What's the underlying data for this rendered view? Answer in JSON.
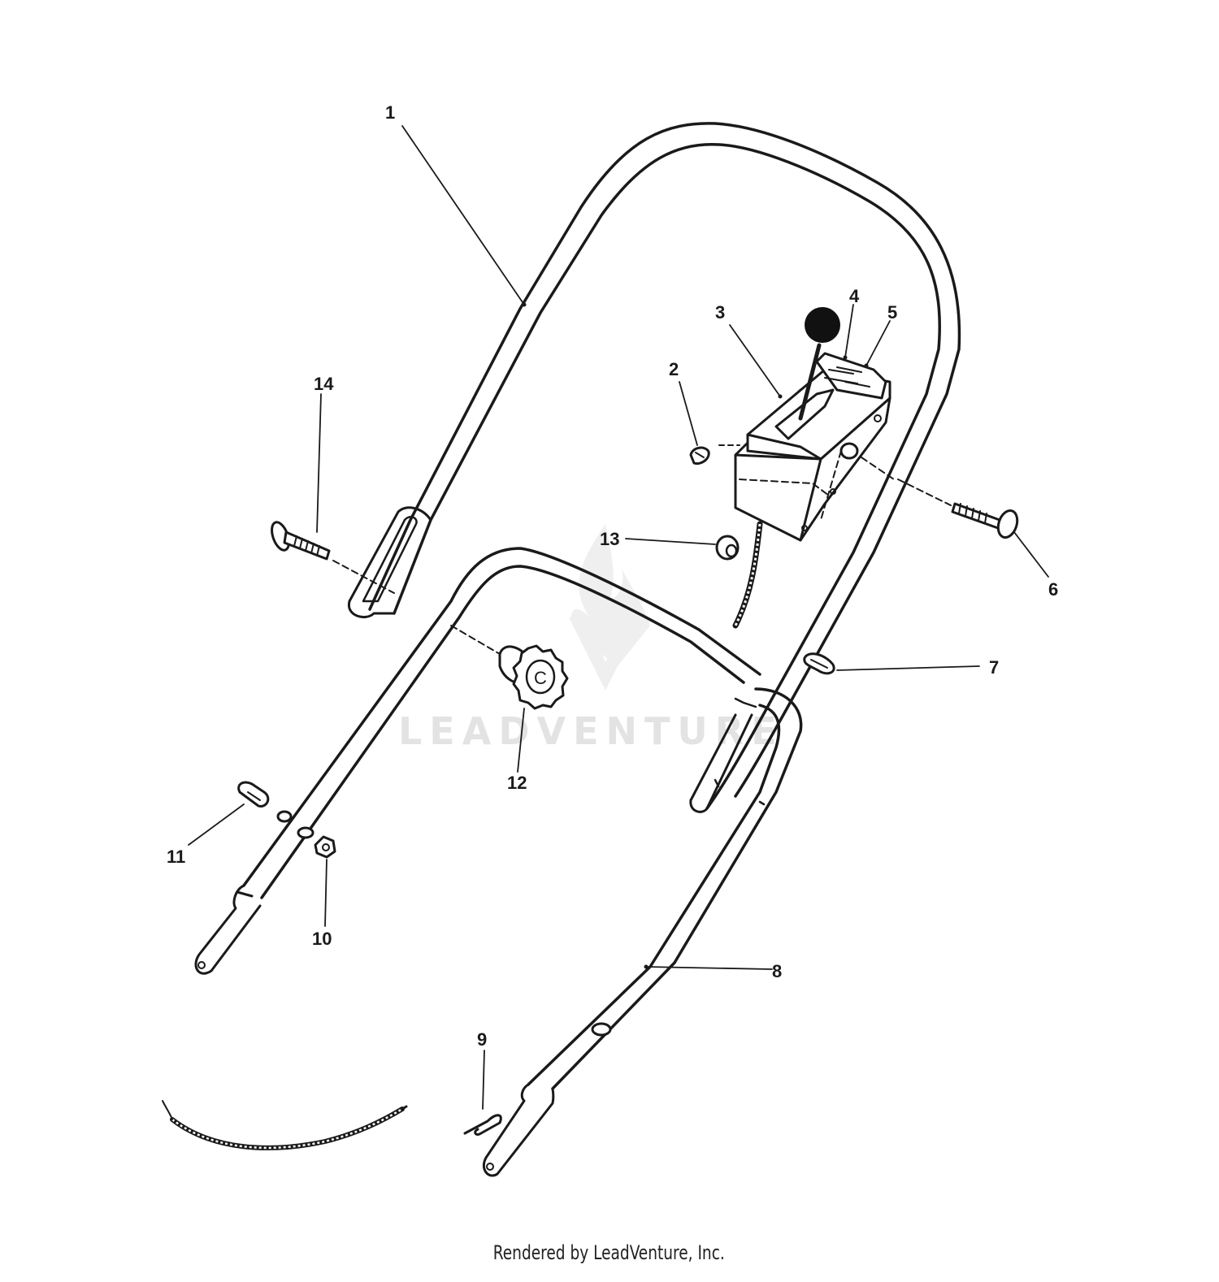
{
  "watermark": "LEADVENTURE",
  "footer": "Rendered by LeadVenture, Inc.",
  "callouts": {
    "c1": "1",
    "c2": "2",
    "c3": "3",
    "c4": "4",
    "c5": "5",
    "c6": "6",
    "c7": "7",
    "c8": "8",
    "c9": "9",
    "c10": "10",
    "c11": "11",
    "c12": "12",
    "c13": "13",
    "c14": "14"
  },
  "knob_letter": "C",
  "colors": {
    "ink": "#1a1a1a",
    "watermark": "#e3e3e3",
    "background": "#ffffff"
  }
}
